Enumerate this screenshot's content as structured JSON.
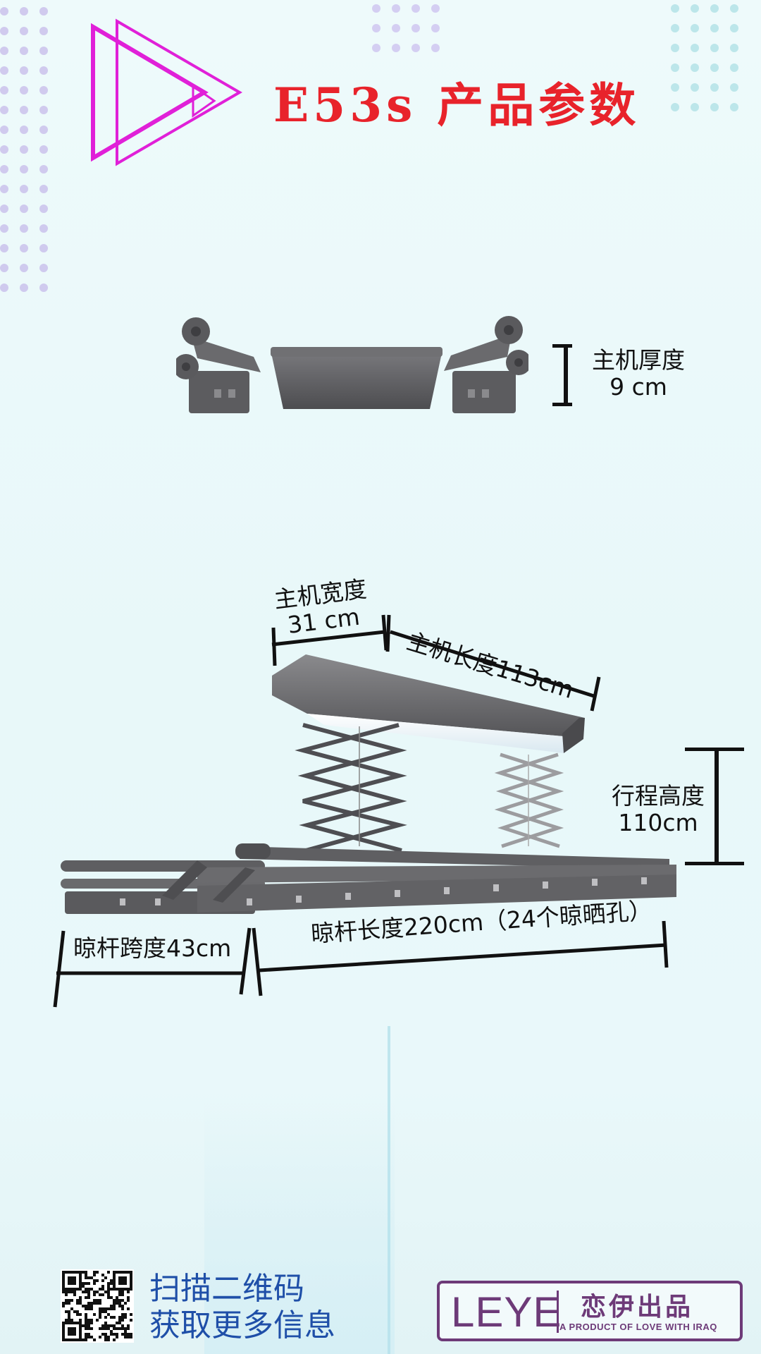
{
  "header": {
    "title": "E53s  产品参数"
  },
  "dimensions": {
    "thickness_label": "主机厚度",
    "thickness_value": "9 cm",
    "width_label": "主机宽度",
    "width_value": "31 cm",
    "length_label": "主机长度113cm",
    "travel_label": "行程高度",
    "travel_value": "110cm",
    "pole_span_label": "晾杆跨度43cm",
    "pole_length_label": "晾杆长度220cm（24个晾晒孔）"
  },
  "footer": {
    "qr_line1": "扫描二维码",
    "qr_line2": "获取更多信息",
    "logo_brand": "LEYE",
    "logo_cn": "恋伊出品",
    "logo_tagline": "A PRODUCT OF LOVE WITH IRAQ"
  },
  "colors": {
    "title_red": "#e8232b",
    "triangle_magenta": "#e020d8",
    "qr_text_blue": "#1f4fa8",
    "logo_purple": "#6d3a78",
    "device_gray": "#5f5f62"
  },
  "icons": {
    "play_triangle": "play-triangle-icon",
    "qr_code": "qr-code-icon"
  }
}
